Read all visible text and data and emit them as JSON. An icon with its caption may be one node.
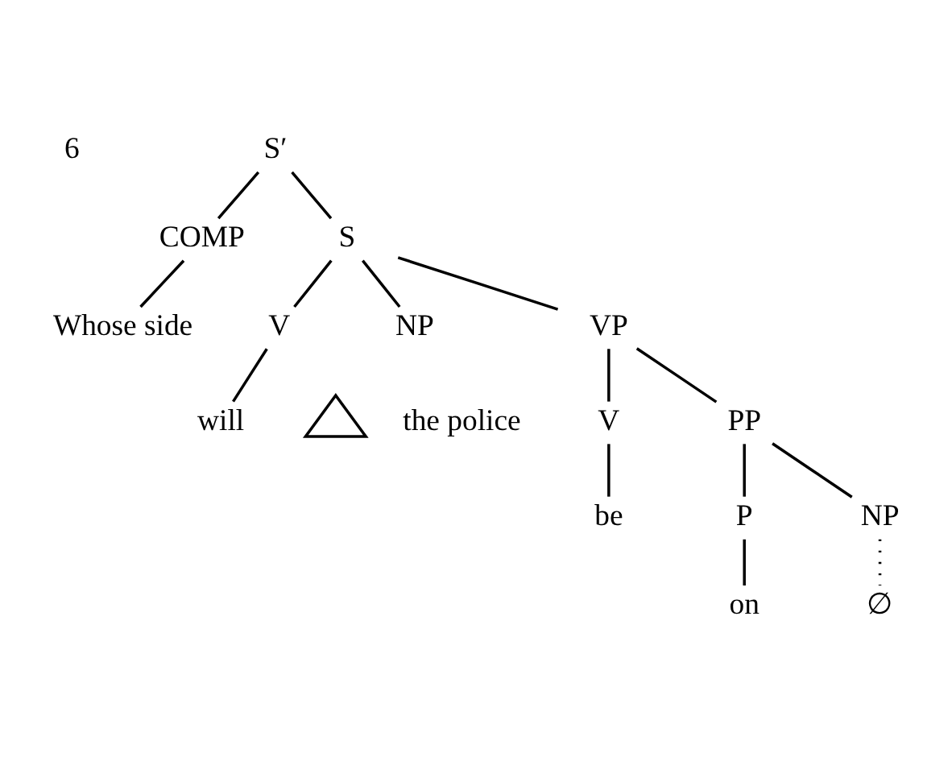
{
  "diagram": {
    "nodes": [
      {
        "text": [
          "S′"
        ]
      },
      {
        "text": [
          "COMP"
        ]
      },
      {
        "text": [
          "S"
        ]
      },
      {
        "text": [
          "Whose side"
        ]
      },
      {
        "text": [
          "V"
        ]
      },
      {
        "text": [
          "NP"
        ]
      },
      {
        "text": [
          "VP"
        ]
      },
      {
        "text": [
          "will"
        ]
      },
      {
        "text": [],
        "shape": "triangle"
      },
      {
        "text": [
          "the police"
        ]
      },
      {
        "text": [
          "V"
        ]
      },
      {
        "text": [
          "PP"
        ]
      },
      {
        "text": [
          "be"
        ]
      },
      {
        "text": [
          "P"
        ]
      },
      {
        "text": [
          "NP"
        ]
      },
      {
        "text": [
          "on"
        ]
      },
      {
        "text": [
          "∅"
        ]
      }
    ],
    "edges": [
      {
        "from": 0,
        "to": 1,
        "arrow": "none"
      },
      {
        "from": 0,
        "to": 2,
        "arrow": "none"
      },
      {
        "from": 1,
        "to": 3,
        "arrow": "none"
      },
      {
        "from": 2,
        "to": 4,
        "arrow": "none"
      },
      {
        "from": 2,
        "to": 5,
        "arrow": "none"
      },
      {
        "from": 2,
        "to": 6,
        "arrow": "none"
      },
      {
        "from": 4,
        "to": 7,
        "arrow": "none"
      },
      {
        "from": 6,
        "to": 10,
        "arrow": "none"
      },
      {
        "from": 6,
        "to": 11,
        "arrow": "none"
      },
      {
        "from": 10,
        "to": 12,
        "arrow": "none"
      },
      {
        "from": 11,
        "to": 13,
        "arrow": "none"
      },
      {
        "from": 11,
        "to": 14,
        "arrow": "none"
      },
      {
        "from": 13,
        "to": 15,
        "arrow": "none"
      },
      {
        "from": 14,
        "to": 16,
        "arrow": "none",
        "style": "dashed"
      }
    ],
    "labels": [
      "6"
    ]
  }
}
